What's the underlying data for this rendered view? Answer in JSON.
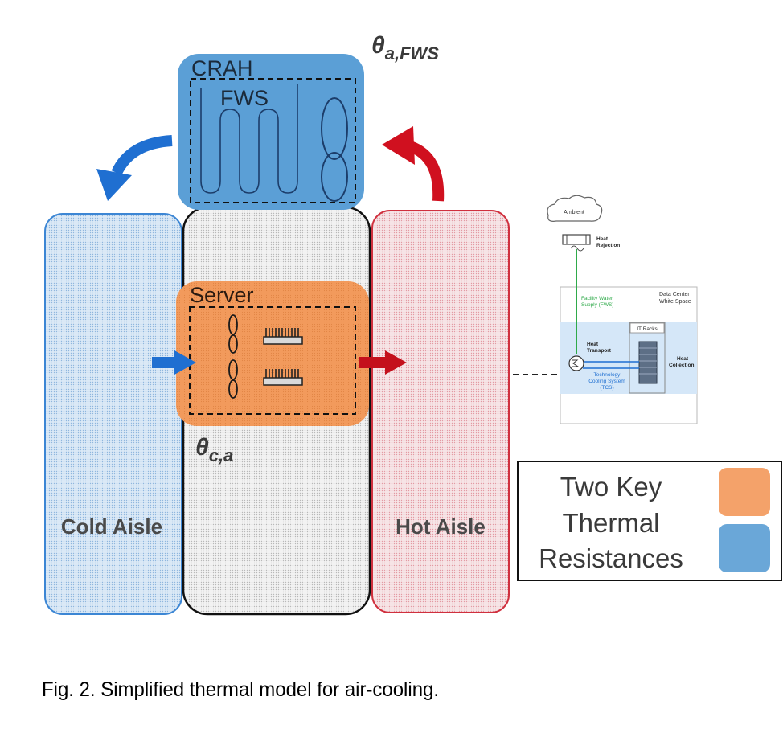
{
  "crah": {
    "title": "CRAH",
    "inner": "FWS"
  },
  "theta_fws": {
    "symbol": "θ",
    "sub": "a,FWS"
  },
  "theta_ca": {
    "symbol": "θ",
    "sub": "c,a"
  },
  "server": {
    "title": "Server"
  },
  "aisles": {
    "cold": "Cold Aisle",
    "hot": "Hot Aisle"
  },
  "legend": {
    "line1": "Two Key",
    "line2": "Thermal",
    "line3": "Resistances",
    "color_server": "#f4a26a",
    "color_crah": "#6aa7d8"
  },
  "inset": {
    "ambient": "Ambient",
    "heat_rejection_1": "Heat",
    "heat_rejection_2": "Rejection",
    "fws_1": "Facility Water",
    "fws_2": "Supply (FWS)",
    "dc_1": "Data Center",
    "dc_2": "White Space",
    "it_racks": "IT Racks",
    "transport_1": "Heat",
    "transport_2": "Transport",
    "collection_1": "Heat",
    "collection_2": "Collection",
    "tcs_1": "Technology",
    "tcs_2": "Cooling System",
    "tcs_3": "(TCS)"
  },
  "caption": "Fig. 2. Simplified thermal model for air-cooling.",
  "colors": {
    "cold_blue": "#1f6fd1",
    "hot_red": "#d0101f",
    "crah_fill": "#5b9fd6",
    "server_fill": "#f29a5c"
  }
}
